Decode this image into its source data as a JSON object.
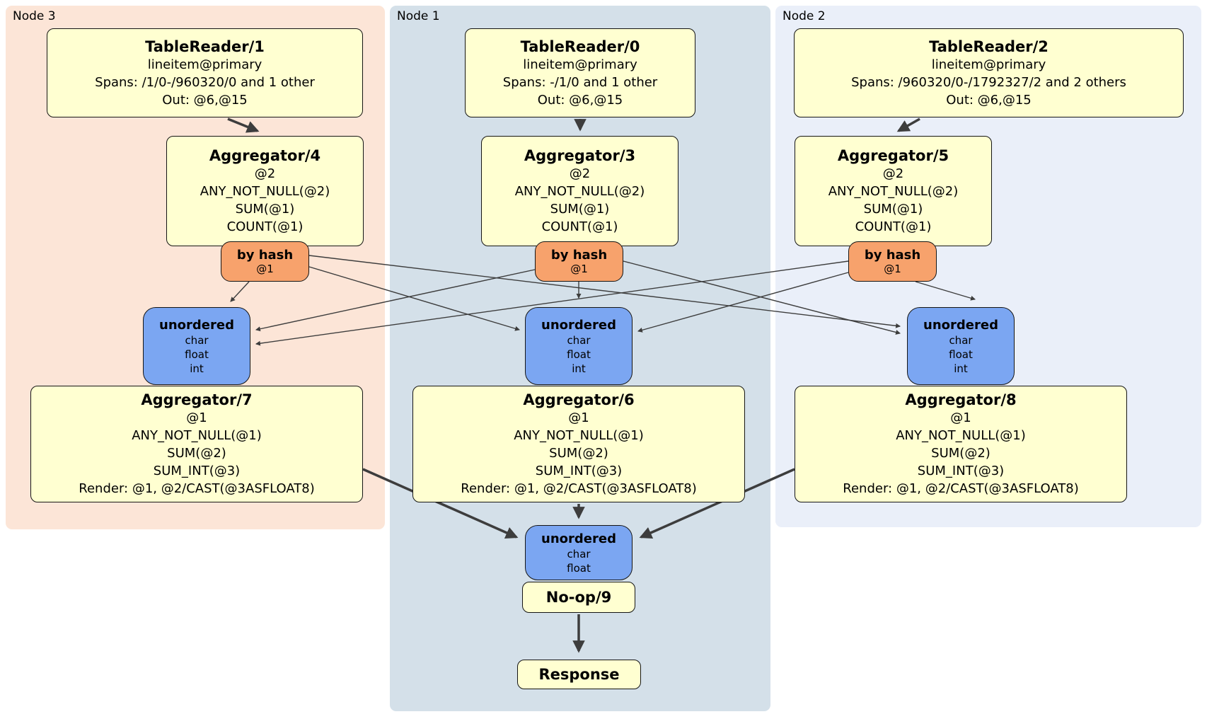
{
  "colors": {
    "processor_fill": "#ffffd1",
    "router_fill": "#f7a26c",
    "sync_fill": "#7ba6f2",
    "node3_bg": "#fce5d7",
    "node1_bg": "#d4e0e9",
    "node2_bg": "#eaeff9",
    "edge": "#3d3d3d",
    "border": "#151515"
  },
  "regions": [
    {
      "label": "Node 3",
      "table_reader": {
        "title": "TableReader/1",
        "lines": [
          "lineitem@primary",
          "Spans: /1/0-/960320/0 and 1 other",
          "Out: @6,@15"
        ]
      },
      "aggregator_top": {
        "title": "Aggregator/4",
        "lines": [
          "@2",
          "ANY_NOT_NULL(@2)",
          "SUM(@1)",
          "COUNT(@1)"
        ]
      },
      "router": {
        "title": "by hash",
        "detail": "@1"
      },
      "sync": {
        "title": "unordered",
        "lines": [
          "char",
          "float",
          "int"
        ]
      },
      "aggregator_bottom": {
        "title": "Aggregator/7",
        "lines": [
          "@1",
          "ANY_NOT_NULL(@1)",
          "SUM(@2)",
          "SUM_INT(@3)",
          "Render: @1, @2/CAST(@3ASFLOAT8)"
        ]
      }
    },
    {
      "label": "Node 1",
      "table_reader": {
        "title": "TableReader/0",
        "lines": [
          "lineitem@primary",
          "Spans: -/1/0 and 1 other",
          "Out: @6,@15"
        ]
      },
      "aggregator_top": {
        "title": "Aggregator/3",
        "lines": [
          "@2",
          "ANY_NOT_NULL(@2)",
          "SUM(@1)",
          "COUNT(@1)"
        ]
      },
      "router": {
        "title": "by hash",
        "detail": "@1"
      },
      "sync": {
        "title": "unordered",
        "lines": [
          "char",
          "float",
          "int"
        ]
      },
      "aggregator_bottom": {
        "title": "Aggregator/6",
        "lines": [
          "@1",
          "ANY_NOT_NULL(@1)",
          "SUM(@2)",
          "SUM_INT(@3)",
          "Render: @1, @2/CAST(@3ASFLOAT8)"
        ]
      }
    },
    {
      "label": "Node 2",
      "table_reader": {
        "title": "TableReader/2",
        "lines": [
          "lineitem@primary",
          "Spans: /960320/0-/1792327/2 and 2 others",
          "Out: @6,@15"
        ]
      },
      "aggregator_top": {
        "title": "Aggregator/5",
        "lines": [
          "@2",
          "ANY_NOT_NULL(@2)",
          "SUM(@1)",
          "COUNT(@1)"
        ]
      },
      "router": {
        "title": "by hash",
        "detail": "@1"
      },
      "sync": {
        "title": "unordered",
        "lines": [
          "char",
          "float",
          "int"
        ]
      },
      "aggregator_bottom": {
        "title": "Aggregator/8",
        "lines": [
          "@1",
          "ANY_NOT_NULL(@1)",
          "SUM(@2)",
          "SUM_INT(@3)",
          "Render: @1, @2/CAST(@3ASFLOAT8)"
        ]
      }
    }
  ],
  "final_stage": {
    "sync": {
      "title": "unordered",
      "lines": [
        "char",
        "float"
      ]
    },
    "noop": {
      "title": "No-op/9"
    },
    "response": {
      "title": "Response"
    }
  }
}
